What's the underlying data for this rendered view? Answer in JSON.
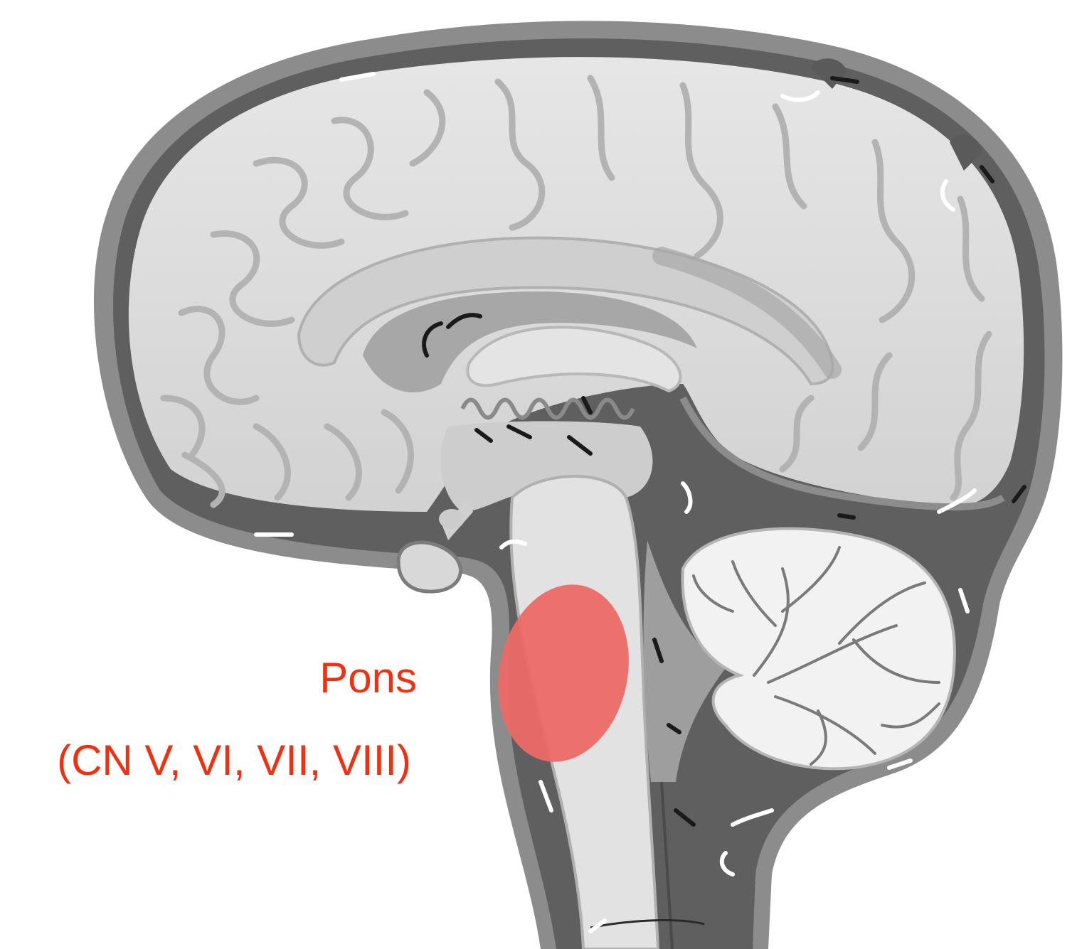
{
  "diagram": {
    "labels": {
      "structure": "Pons",
      "cranial_nerves": "(CN V, VI, VII, VIII)"
    },
    "highlight": {
      "structure": "Pons",
      "color": "#ec6a66"
    },
    "colors": {
      "label_text": "#f03010",
      "skull_band": "#8c8c8c",
      "csf_space": "#5f5f5f",
      "brain_tissue": "#dedede",
      "brain_shadow": "#b3b3b3",
      "ventricle": "#a7a7a7",
      "cerebellum_white": "#f2f2f2",
      "arrow_white": "#ffffff",
      "arrow_dark": "#1a1a1a"
    }
  }
}
